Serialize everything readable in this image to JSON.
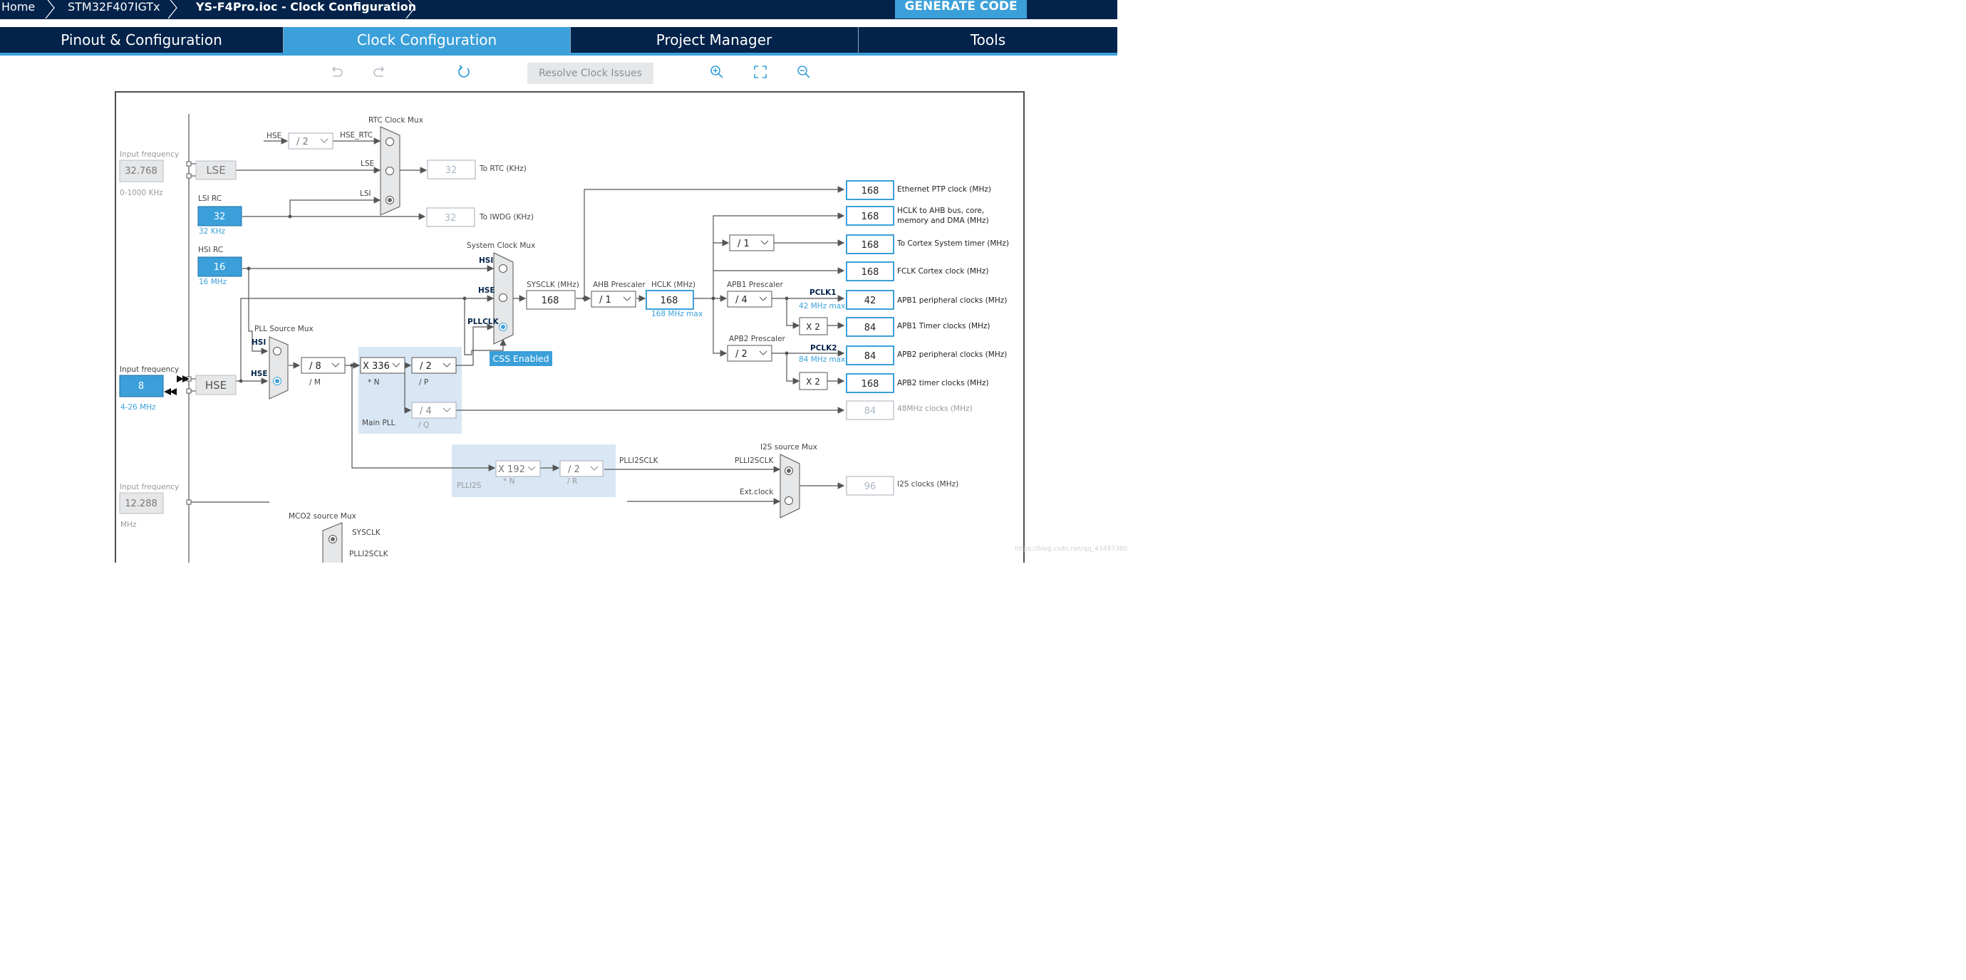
{
  "breadcrumb": {
    "home": "Home",
    "device": "STM32F407IGTx",
    "file": "YS-F4Pro.ioc - Clock Configuration"
  },
  "generate_code_label": "GENERATE CODE",
  "tabs": [
    {
      "label": "Pinout & Configuration"
    },
    {
      "label": "Clock Configuration"
    },
    {
      "label": "Project Manager"
    },
    {
      "label": "Tools"
    }
  ],
  "toolbar": {
    "resolve_label": "Resolve Clock Issues"
  },
  "inputs": {
    "lse": {
      "caption": "Input frequency",
      "value": "32.768",
      "range": "0-1000 KHz",
      "label": "LSE"
    },
    "lsi": {
      "label": "LSI RC",
      "value": "32",
      "unit": "32 KHz"
    },
    "hsi": {
      "label": "HSI RC",
      "value": "16",
      "unit": "16 MHz"
    },
    "hse": {
      "caption": "Input frequency",
      "value": "8",
      "range": "4-26 MHz",
      "label": "HSE"
    },
    "i2s_ext": {
      "caption": "Input frequency",
      "value": "12.288",
      "range": "MHz"
    }
  },
  "rtc": {
    "mux_label": "RTC Clock Mux",
    "hse_label": "HSE",
    "div": "/ 2",
    "hse_rtc": "HSE_RTC",
    "lse_label": "LSE",
    "lsi_label": "LSI",
    "to_rtc_value": "32",
    "to_rtc_label": "To RTC (KHz)",
    "to_iwdg_value": "32",
    "to_iwdg_label": "To IWDG (KHz)"
  },
  "pll": {
    "source_mux_label": "PLL Source Mux",
    "hsi": "HSI",
    "hse": "HSE",
    "m": "/ 8",
    "m_label": "/ M",
    "n": "X 336",
    "n_label": "* N",
    "p": "/ 2",
    "p_label": "/ P",
    "q": "/ 4",
    "q_label": "/ Q",
    "main_label": "Main PLL"
  },
  "sysclk": {
    "mux_label": "System Clock Mux",
    "hsi": "HSI",
    "hse": "HSE",
    "pllclk": "PLLCLK",
    "css": "CSS Enabled",
    "sysclk_label": "SYSCLK (MHz)",
    "sysclk_value": "168",
    "ahb_label": "AHB Prescaler",
    "ahb_value": "/ 1",
    "hclk_label": "HCLK (MHz)",
    "hclk_value": "168",
    "hclk_max": "168 MHz max",
    "cortex_div": "/ 1",
    "apb1_label": "APB1 Prescaler",
    "apb1_value": "/ 4",
    "pclk1": "PCLK1",
    "pclk1_max": "42 MHz max",
    "x2a": "X 2",
    "apb2_label": "APB2 Prescaler",
    "apb2_value": "/ 2",
    "pclk2": "PCLK2",
    "pclk2_max": "84 MHz max",
    "x2b": "X 2"
  },
  "outputs": [
    {
      "value": "168",
      "label": "Ethernet PTP clock (MHz)"
    },
    {
      "value": "168",
      "label": "HCLK to AHB bus, core,",
      "label2": "memory and DMA (MHz)"
    },
    {
      "value": "168",
      "label": "To Cortex System timer (MHz)"
    },
    {
      "value": "168",
      "label": "FCLK Cortex clock (MHz)"
    },
    {
      "value": "42",
      "label": "APB1 peripheral clocks (MHz)"
    },
    {
      "value": "84",
      "label": "APB1 Timer clocks (MHz)"
    },
    {
      "value": "84",
      "label": "APB2 peripheral clocks (MHz)"
    },
    {
      "value": "168",
      "label": "APB2 timer clocks (MHz)"
    },
    {
      "value": "84",
      "label": "48MHz clocks (MHz)"
    }
  ],
  "plli2s": {
    "n": "X 192",
    "n_label": "* N",
    "r": "/ 2",
    "r_label": "/ R",
    "label": "PLLI2S",
    "clk_label": "PLLI2SCLK",
    "mux_label": "I2S source Mux",
    "mux_in1": "PLLI2SCLK",
    "mux_in2": "Ext.clock",
    "out_value": "96",
    "out_label": "I2S clocks (MHz)"
  },
  "mco2": {
    "mux_label": "MCO2 source Mux",
    "sysclk": "SYSCLK",
    "plli2sclk": "PLLI2SCLK"
  },
  "watermark": "https://blog.csdn.net/qq_43497380",
  "colors": {
    "navy": "#03234b",
    "accent": "#3ba0da",
    "muted": "#e6e7e8"
  }
}
